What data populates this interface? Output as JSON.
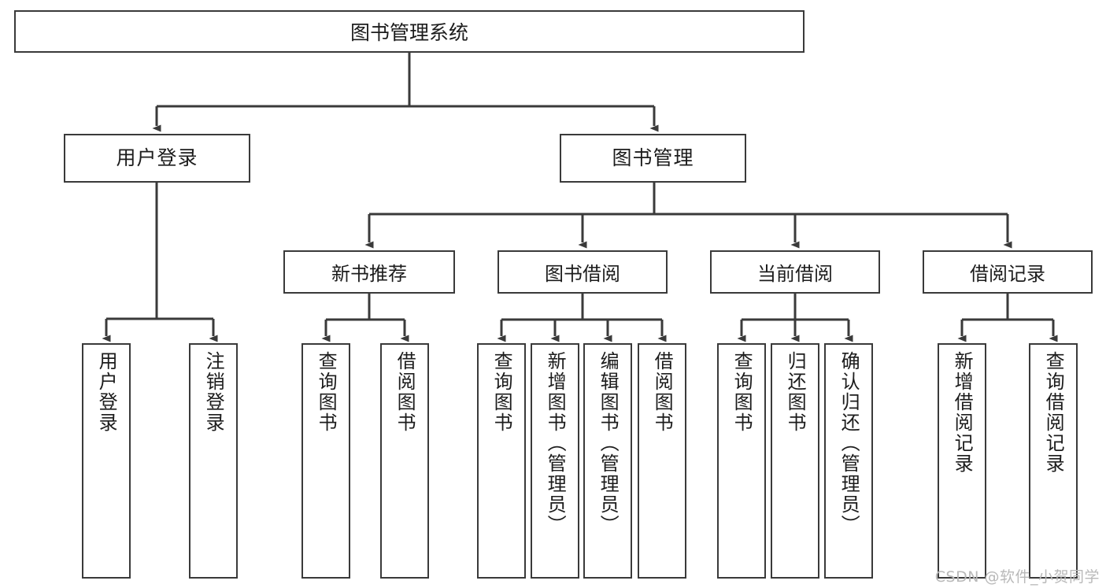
{
  "diagram": {
    "title": "图书管理系统",
    "type": "tree-hierarchy",
    "root": {
      "label": "图书管理系统"
    },
    "level2": [
      {
        "label": "用户登录"
      },
      {
        "label": "图书管理"
      }
    ],
    "level3": [
      {
        "label": "新书推荐"
      },
      {
        "label": "图书借阅"
      },
      {
        "label": "当前借阅"
      },
      {
        "label": "借阅记录"
      }
    ],
    "leaves": {
      "user_login": [
        {
          "label": "用户登录"
        },
        {
          "label": "注销登录"
        }
      ],
      "new_book_recommend": [
        {
          "label": "查询图书"
        },
        {
          "label": "借阅图书"
        }
      ],
      "book_borrow": [
        {
          "label": "查询图书"
        },
        {
          "label": "新增图书（管理员）"
        },
        {
          "label": "编辑图书（管理员）"
        },
        {
          "label": "借阅图书"
        }
      ],
      "current_borrow": [
        {
          "label": "查询图书"
        },
        {
          "label": "归还图书"
        },
        {
          "label": "确认归还（管理员）"
        }
      ],
      "borrow_record": [
        {
          "label": "新增借阅记录"
        },
        {
          "label": "查询借阅记录"
        }
      ]
    }
  },
  "watermark": {
    "text": "CSDN @软件_小贺同学"
  },
  "colors": {
    "border": "#3a3a3a",
    "text": "#1c1c1c",
    "background": "#ffffff",
    "watermark": "#b9b9b9"
  }
}
